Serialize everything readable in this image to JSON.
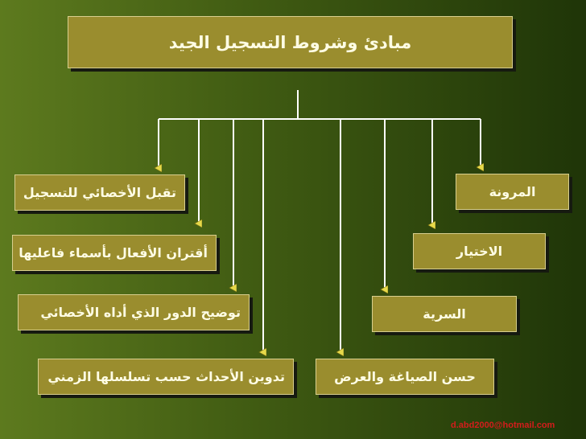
{
  "title": "مبادئ وشروط التسجيل الجيد",
  "nodes": {
    "flexibility": "المرونة",
    "selection": "الاختيار",
    "confidentiality": "السرية",
    "wording": "حسن الصياغة والعرض",
    "acceptance": "تقبل الأخصائي للتسجيل",
    "actions": "أقتران الأفعال بأسماء فاعليها",
    "role": "توضيح الدور الذي أداه الأخصائي",
    "chronology": "تدوين الأحداث حسب تسلسلها الزمني"
  },
  "email": "d.abd2000@hotmail.com",
  "colors": {
    "box_fill": "#9a8d2e",
    "box_border": "#d8cf8e",
    "box_text": "#fffde4",
    "connector": "#ffffff",
    "arrowhead": "#e6d94a",
    "email_text": "#d41c1c"
  }
}
